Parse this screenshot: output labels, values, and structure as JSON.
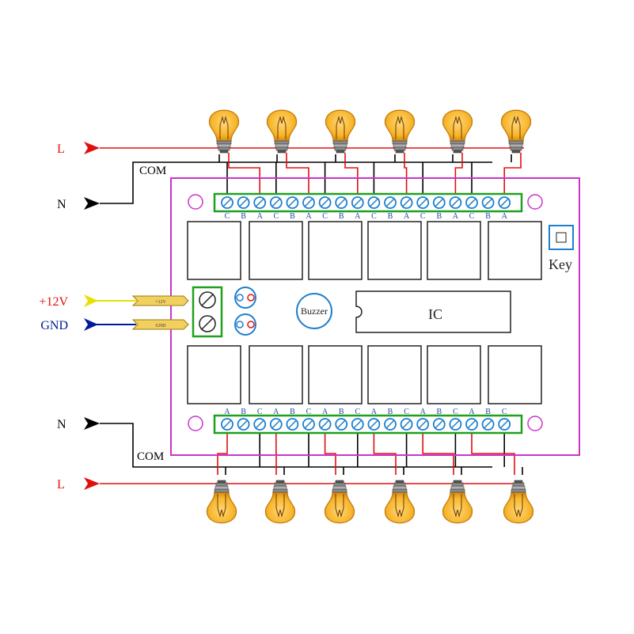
{
  "colors": {
    "live": "#e01010",
    "neutral": "#000000",
    "board_outline": "#cc33cc",
    "terminal_block": "#20a020",
    "screw": "#1e7fcf",
    "relay": "#222222",
    "plus12v": "#e8e000",
    "gnd": "#001a99",
    "bulb_glass": "#f7b52a",
    "bulb_base": "#777777",
    "label_blue": "#2244aa"
  },
  "labels": {
    "top_live": "L",
    "top_neutral": "N",
    "top_com": "COM",
    "bottom_neutral": "N",
    "bottom_live": "L",
    "bottom_com": "COM",
    "plus12v": "+12V",
    "gnd": "GND",
    "plus12v_tag": "+12V",
    "gnd_tag": "GND",
    "buzzer": "Buzzer",
    "ic": "IC",
    "key": "Key"
  },
  "top_terminal_letters": [
    "C",
    "B",
    "A",
    "C",
    "B",
    "A",
    "C",
    "B",
    "A",
    "C",
    "B",
    "A",
    "C",
    "B",
    "A",
    "C",
    "B",
    "A"
  ],
  "bottom_terminal_letters": [
    "A",
    "B",
    "C",
    "A",
    "B",
    "C",
    "A",
    "B",
    "C",
    "A",
    "B",
    "C",
    "A",
    "B",
    "C",
    "A",
    "B",
    "C"
  ],
  "top_bulb_count": 6,
  "bottom_bulb_count": 6,
  "top_relay_count": 6,
  "bottom_relay_count": 6,
  "icons": {
    "arrow": "arrow-right-icon",
    "bulb": "light-bulb-icon",
    "screw": "screw-terminal-icon",
    "key": "push-button-icon"
  }
}
